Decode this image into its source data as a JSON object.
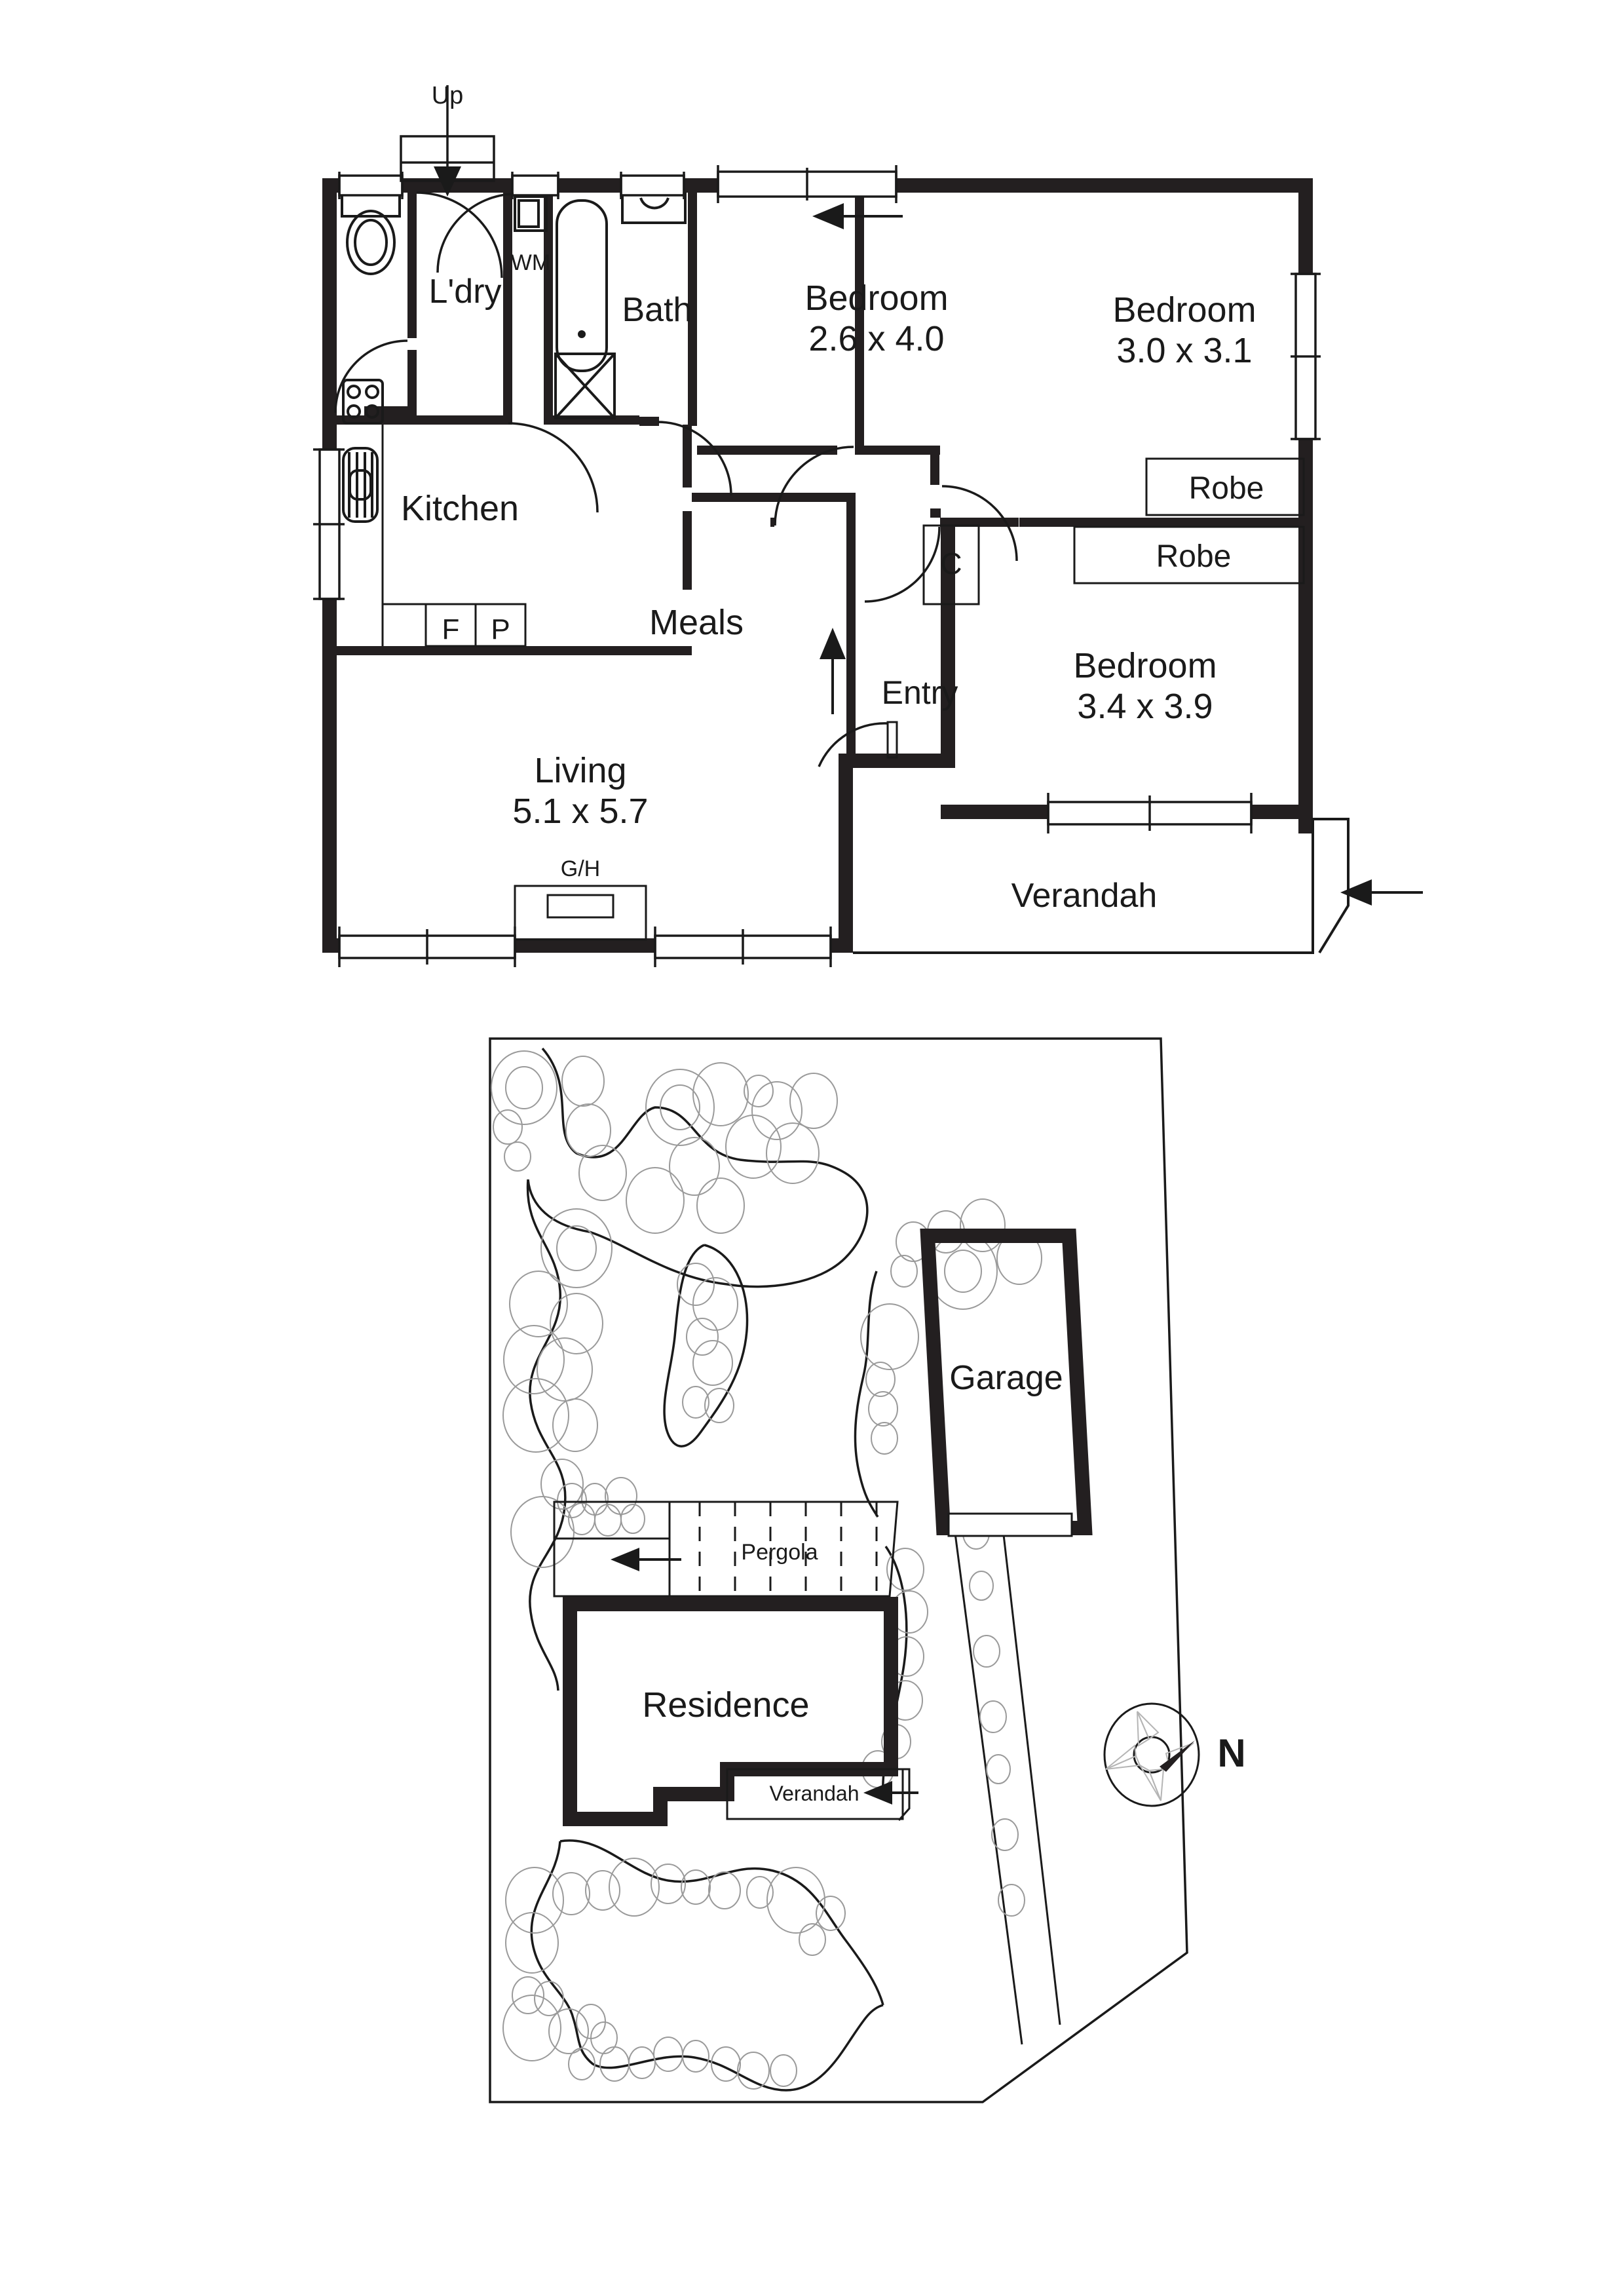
{
  "document": {
    "type": "floor-plan",
    "sheets": [
      "floor-plan",
      "site-plan"
    ]
  },
  "floor_plan": {
    "rooms": [
      {
        "id": "ldry",
        "name": "L'dry",
        "dimensions": null
      },
      {
        "id": "bath",
        "name": "Bath",
        "dimensions": null
      },
      {
        "id": "bedroom1",
        "name": "Bedroom",
        "dimensions": "2.6 x 4.0"
      },
      {
        "id": "bedroom2",
        "name": "Bedroom",
        "dimensions": "3.0 x 3.1"
      },
      {
        "id": "bedroom3",
        "name": "Bedroom",
        "dimensions": "3.4 x 3.9"
      },
      {
        "id": "kitchen",
        "name": "Kitchen",
        "dimensions": null
      },
      {
        "id": "meals",
        "name": "Meals",
        "dimensions": null
      },
      {
        "id": "living",
        "name": "Living",
        "dimensions": "5.1 x 5.7"
      },
      {
        "id": "entry",
        "name": "Entry",
        "dimensions": null
      },
      {
        "id": "verandah",
        "name": "Verandah",
        "dimensions": null
      }
    ],
    "annotations": {
      "up": "Up",
      "wm": "WM",
      "fridge": "F",
      "pantry": "P",
      "gas_heater": "G/H",
      "cupboard": "C",
      "robe_top": "Robe",
      "robe_bottom": "Robe"
    }
  },
  "site_plan": {
    "labels": {
      "garage": "Garage",
      "pergola": "Pergola",
      "residence": "Residence",
      "verandah": "Verandah"
    },
    "compass": {
      "north_label": "N"
    }
  },
  "style": {
    "wall_color": "#231f20",
    "line_color": "#1a1a1a",
    "background": "#ffffff",
    "tree_color": "#9a9a9a"
  }
}
